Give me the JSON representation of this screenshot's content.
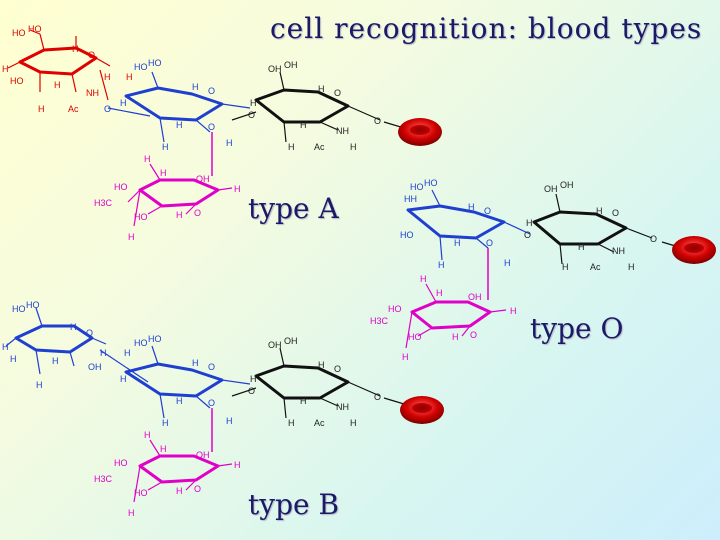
{
  "title": "cell recognition: blood types",
  "labels": {
    "a": "type A",
    "o": "type O",
    "b": "type B"
  },
  "colors": {
    "galnac": "#e00000",
    "galactose": "#1f3fd0",
    "fucose": "#e000c8",
    "core": "#111111",
    "rbc": "#d10000"
  },
  "atoms": {
    "h": "H",
    "o": "O",
    "ho": "HO",
    "oh": "OH",
    "nh": "NH",
    "ac": "Ac",
    "ch3": "H3C",
    "hh": "HH"
  }
}
